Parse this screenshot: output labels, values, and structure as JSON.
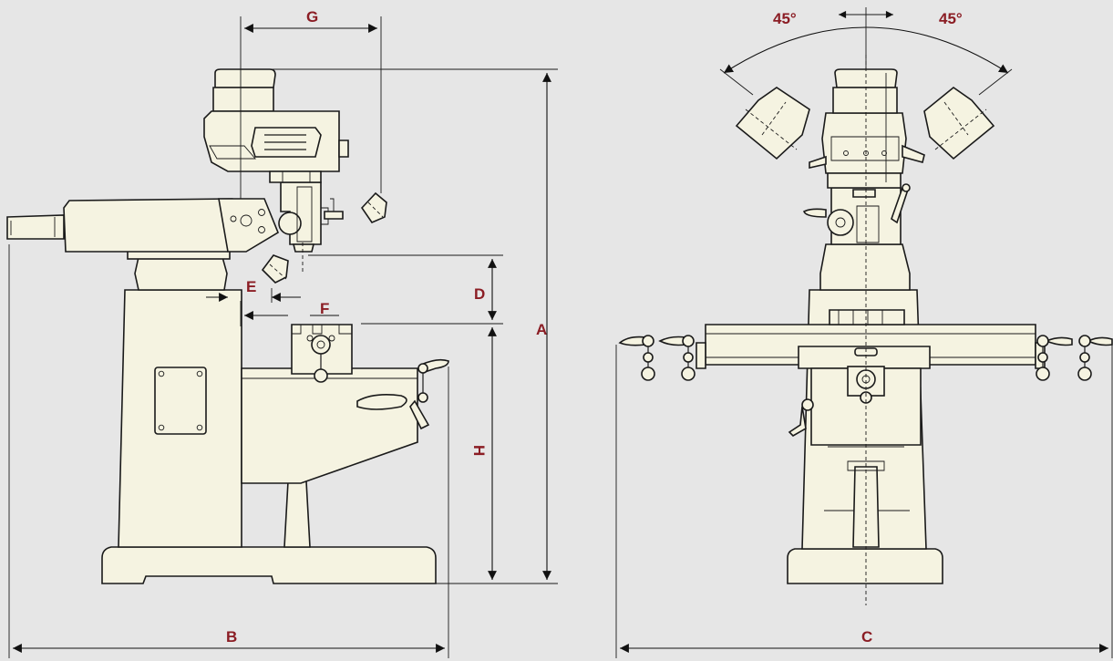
{
  "labels": {
    "overall_height": "A",
    "overall_depth": "B",
    "overall_width": "C",
    "spindle_to_table": "D",
    "spindle_to_column_face": "E",
    "table_to_column": "F",
    "ram_travel": "G",
    "table_height": "H"
  },
  "angles": {
    "left": "45°",
    "right": "45°"
  },
  "colors": {
    "background": "#e6e6e6",
    "machine_fill": "#f5f3e1",
    "label_color": "#8b1d24",
    "line_color": "#1a1a1a"
  }
}
